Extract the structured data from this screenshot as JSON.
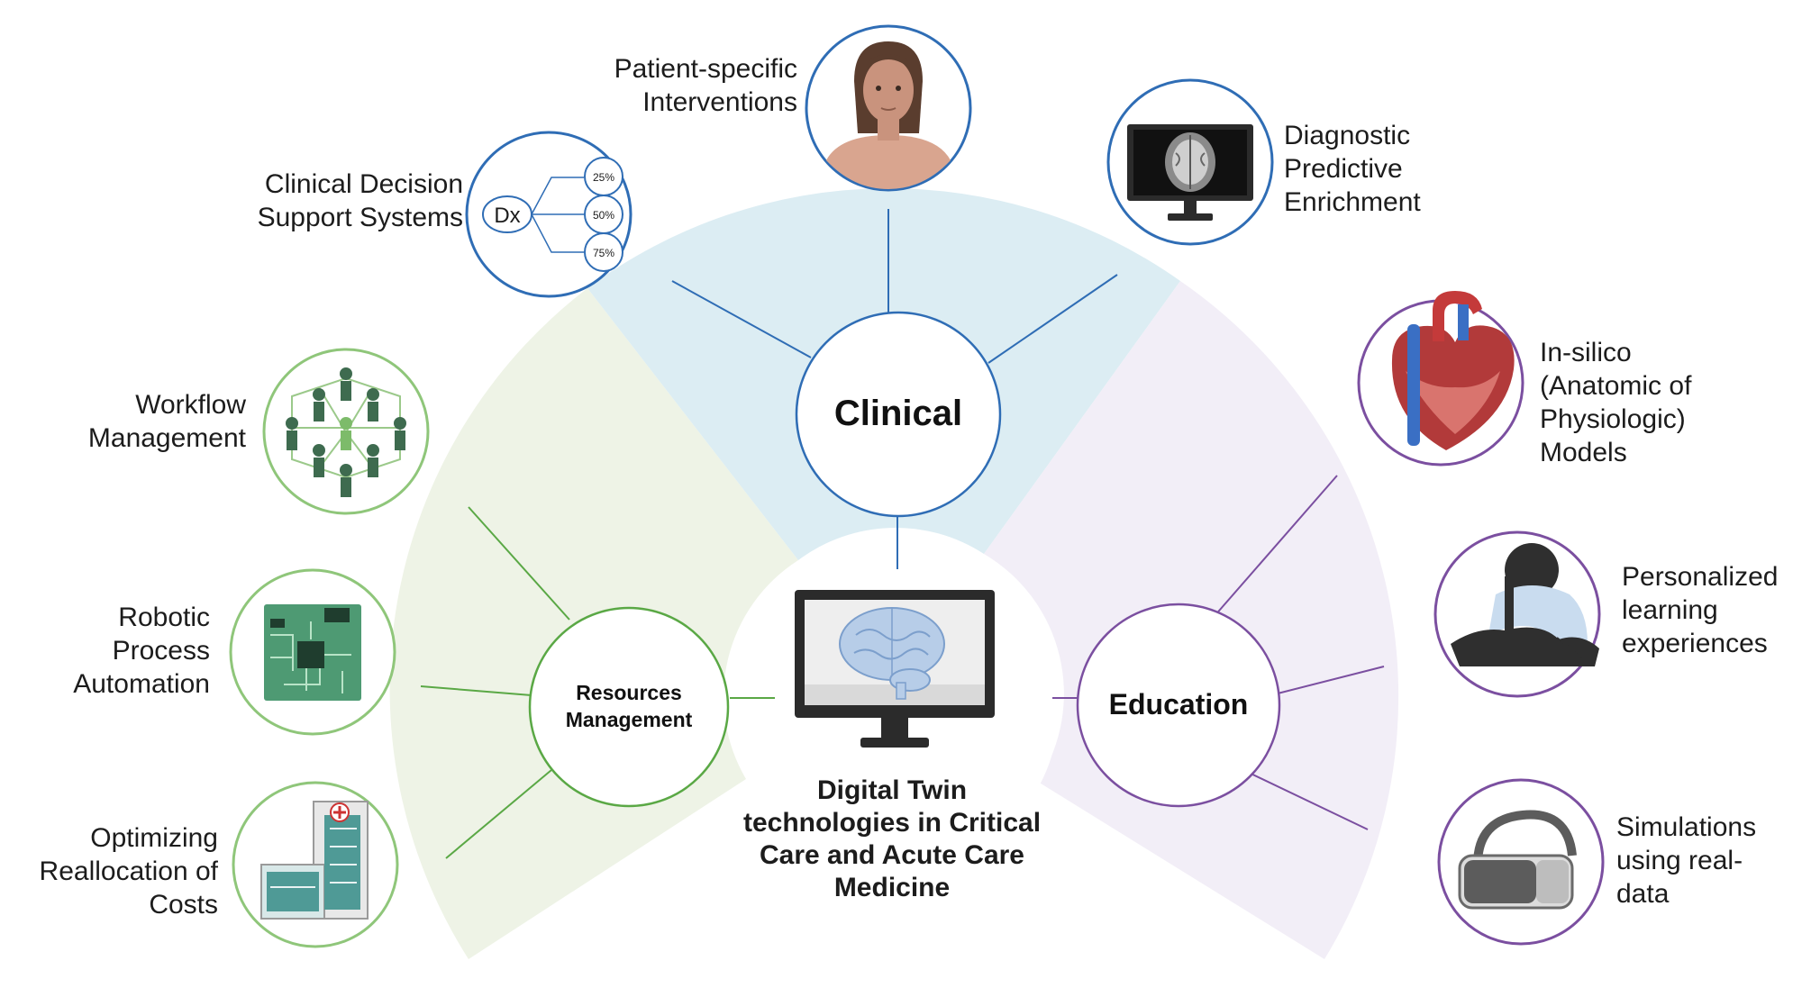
{
  "center": {
    "title": "Digital Twin\ntechnologies in Critical\nCare and Acute Care\nMedicine",
    "icon": "monitor-brain-icon"
  },
  "hubs": {
    "clinical": {
      "label": "Clinical",
      "color": "#2f6db5"
    },
    "education": {
      "label": "Education",
      "color": "#7b4fa0"
    },
    "resources": {
      "label": "Resources\nManagement",
      "color": "#5aa845"
    }
  },
  "sectors": {
    "clinical_fill": "#dcedf3",
    "education_fill": "#f2eef7",
    "resources_fill": "#eef3e6"
  },
  "clinical_items": [
    {
      "label": "Patient-specific\nInterventions",
      "icon": "patient-portrait-icon"
    },
    {
      "label": "Clinical Decision\nSupport Systems",
      "icon": "diagnosis-probability-icon"
    },
    {
      "label": "Diagnostic\nPredictive\nEnrichment",
      "icon": "brain-scan-monitor-icon"
    }
  ],
  "education_items": [
    {
      "label": "In-silico\n(Anatomic of\nPhysiologic)\nModels",
      "icon": "heart-anatomy-icon"
    },
    {
      "label": "Personalized\nlearning\nexperiences",
      "icon": "student-writing-icon"
    },
    {
      "label": "Simulations\nusing real-\ndata",
      "icon": "vr-headset-icon"
    }
  ],
  "resources_items": [
    {
      "label": "Workflow\nManagement",
      "icon": "people-network-icon"
    },
    {
      "label": "Robotic\nProcess\nAutomation",
      "icon": "circuit-board-icon"
    },
    {
      "label": "Optimizing\nReallocation of\nCosts",
      "icon": "hospital-building-icon"
    }
  ],
  "dx": {
    "label": "Dx",
    "options": [
      "25%",
      "50%",
      "75%"
    ]
  }
}
